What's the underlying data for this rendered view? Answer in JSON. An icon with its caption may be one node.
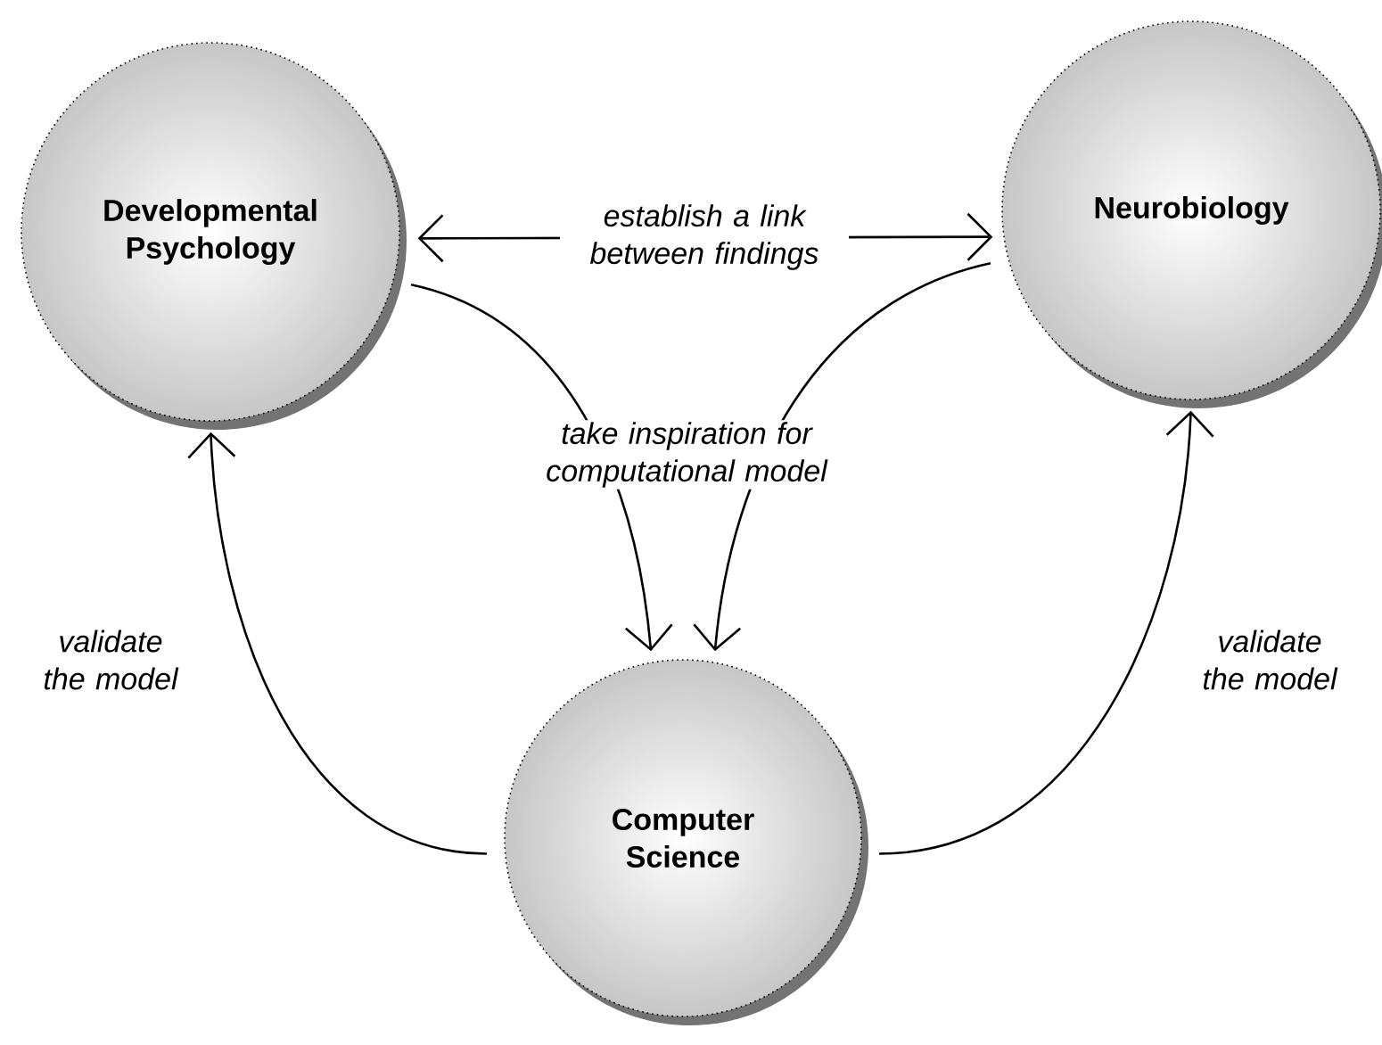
{
  "diagram": {
    "nodes": [
      {
        "text": [
          "Developmental Psychology"
        ]
      },
      {
        "text": [
          "Neurobiology"
        ]
      },
      {
        "text": [
          "Computer Science"
        ]
      }
    ],
    "edges": [
      {
        "from": 0,
        "to": 1,
        "arrow": "both",
        "label": "establish a link between findings"
      },
      {
        "from": 0,
        "to": 2,
        "arrow": "to",
        "label": "take inspiration for computational model"
      },
      {
        "from": 1,
        "to": 2,
        "arrow": "to"
      },
      {
        "from": 2,
        "to": 0,
        "arrow": "to",
        "label": "validate the model"
      },
      {
        "from": 2,
        "to": 1,
        "arrow": "to",
        "label": "validate the model"
      }
    ]
  }
}
